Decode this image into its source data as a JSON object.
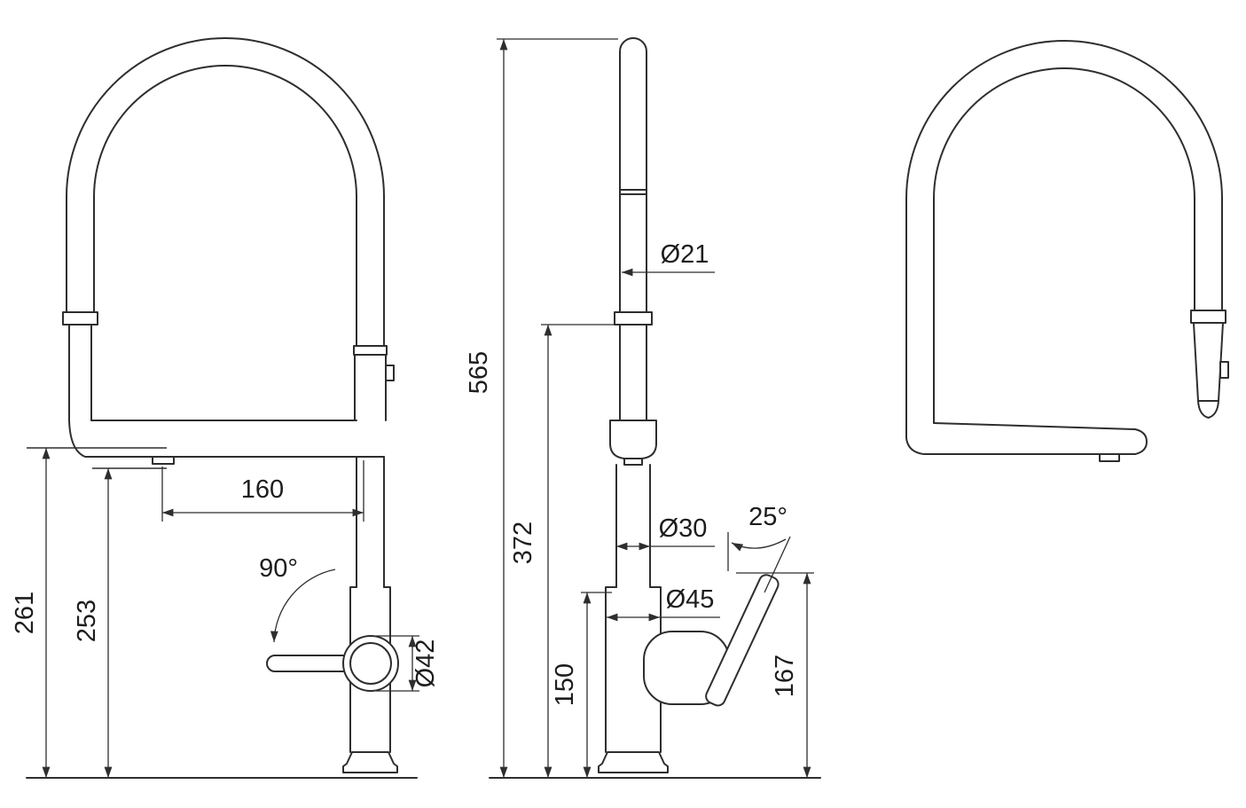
{
  "drawing": {
    "background": "#ffffff",
    "line_color": "#2e2e2e",
    "front_dims": {
      "spout_reach": "160",
      "handle_swing_angle": "90°",
      "height_to_spout": "261",
      "height_to_aerator": "253",
      "handle_diameter": "Ø42"
    },
    "side_dims": {
      "hose_diameter": "Ø21",
      "overall_height": "565",
      "spout_clearance_height": "372",
      "column_diameter": "Ø30",
      "lever_angle": "25°",
      "body_diameter": "Ø45",
      "body_height": "150",
      "lever_top_height": "167"
    }
  }
}
